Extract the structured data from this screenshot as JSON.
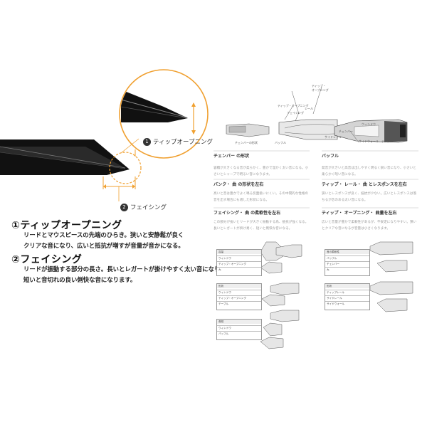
{
  "left": {
    "callout_tip": {
      "number": "1",
      "label": "ティップオープニング"
    },
    "callout_facing": {
      "number": "2",
      "label": "フェイシング"
    },
    "terms": [
      {
        "title": "①ティップオープニング",
        "lines": [
          "リードとマウスピースの先端のひらき。狭いと安静鬆が良く",
          "クリアな音になり、広いと抵抗が増すが音量が音かになる。"
        ]
      },
      {
        "title": "②フェイシング",
        "lines": [
          "リードが振動する部分の長さ。長いとレガートが掛けやすく太い音になり、",
          "短いと音切れの良い俐快な音になります。"
        ]
      }
    ]
  },
  "right": {
    "diagram_labels": {
      "tip_opening": "ティップ・オープニング",
      "facing": "フェイシング",
      "baffle": "バッフル",
      "chamber": "チェンバーの形状",
      "tip_opening2": "ティップ・\nオープニング",
      "rail": "レール",
      "window": "ウィンドウ",
      "chamber2": "チェンバー",
      "side_wall": "サイドウォール",
      "table": "テーブル",
      "rail2": "サイドレール"
    },
    "sections": [
      {
        "heading": "チェンバー の形状",
        "body": "容積が大きくなる音が柔らかく、豊かで温かく太い音になる。小さいとシャープで明るい音になります。"
      },
      {
        "heading": "バッフル",
        "body": "発音が大きいと高音は出しやすく明るく鋭い音になり、小さいと柔らかく暗い音になる。"
      },
      {
        "heading": "バンク・ 曲 の形状を左右",
        "body": "高いと音は豊かでよく鳴る反面扱いにくい。その中間的な性格の音を出す場合にも適した形状になる。"
      },
      {
        "heading": "ティップ・ レール・ 曲 とレスポンスを左右",
        "body": "狭いとレスポンスが良く、抵抗が少ない。広いとレスポンスは落ちるが芯のある太い音になる。"
      },
      {
        "heading": "フェイシング・ 曲 の柔軟性を左右",
        "body": "この部分が長いとリードが大きく振動する為、抵抗が強くなる。長いとレガートが掛け易く、短いと俐快な音になる。"
      },
      {
        "heading": "ティップ・ オープニング・ 曲量を左右",
        "body": "広いと音量が豊かで柔軟性があるが、不安定になりやすい。狭いとクリアな音になるが音量は小さくなります。"
      }
    ],
    "tables": [
      {
        "head": "容量",
        "rows": [
          "ウィンドウ",
          "ティップ・オープニング",
          "大"
        ]
      },
      {
        "head": "音の柔軟性",
        "rows": [
          "バッフル",
          "チェンバー",
          "大"
        ]
      },
      {
        "head": "形状",
        "rows": [
          "ウィンドウ",
          "ティップ・オープニング",
          "テーブル"
        ]
      },
      {
        "head": "形状",
        "rows": [
          "ティップレール",
          "サイドレール",
          "サイドウォール"
        ]
      },
      {
        "head": "長短",
        "rows": [
          "ウィンドウ",
          "バッフル"
        ]
      }
    ]
  }
}
